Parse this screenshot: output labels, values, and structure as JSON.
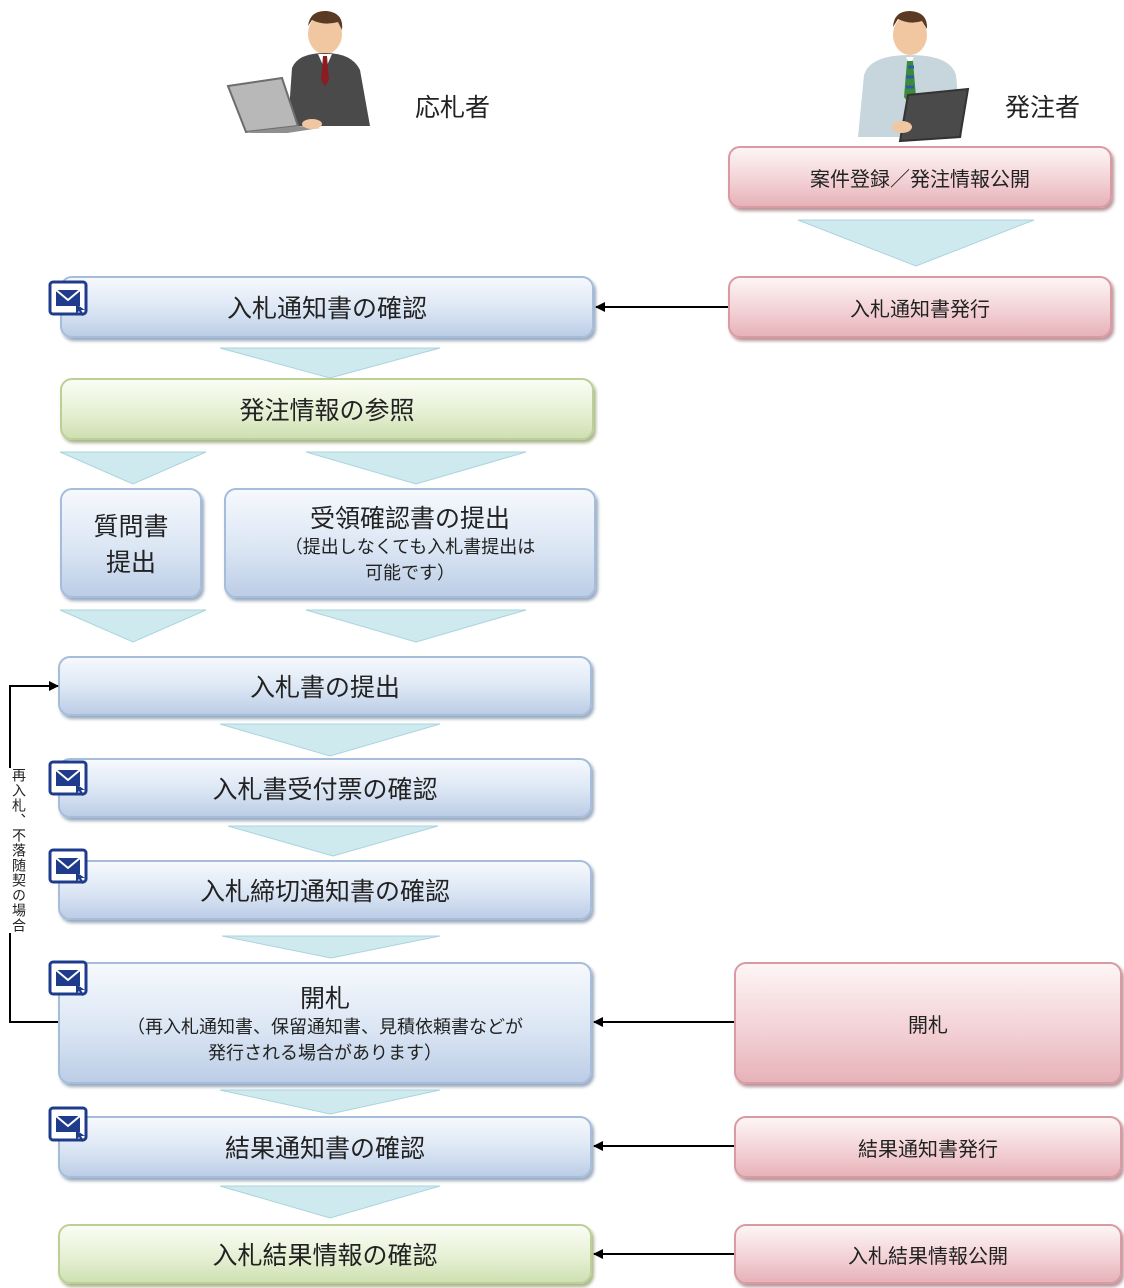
{
  "actors": {
    "bidder": {
      "label": "応札者"
    },
    "orderer": {
      "label": "発注者"
    }
  },
  "orderer_steps": {
    "register": "案件登録／発注情報公開",
    "notice_issue": "入札通知書発行",
    "open": "開札",
    "result_issue": "結果通知書発行",
    "result_publish": "入札結果情報公開"
  },
  "bidder_steps": {
    "notice_confirm": "入札通知書の確認",
    "info_view": "発注情報の参照",
    "question": {
      "line1": "質問書",
      "line2": "提出"
    },
    "receipt": {
      "title": "受領確認書の提出",
      "note1": "（提出しなくても入札書提出は",
      "note2": "可能です）"
    },
    "bid_submit": "入札書の提出",
    "bid_receipt_confirm": "入札書受付票の確認",
    "deadline_confirm": "入札締切通知書の確認",
    "open": {
      "title": "開札",
      "note1": "（再入札通知書、保留通知書、見積依頼書などが",
      "note2": "発行される場合があります）"
    },
    "result_confirm": "結果通知書の確認",
    "result_info_confirm": "入札結果情報の確認"
  },
  "loop_label": "再入札、不落随契の場合",
  "icons": [
    "person-laptop-icon",
    "mail-icon",
    "chevron-down-icon",
    "arrow-left-icon"
  ],
  "colors": {
    "blue": "#dbe6f4",
    "green": "#e6f0d4",
    "pink": "#f3d2d6",
    "mail": "#1f3c8c"
  }
}
